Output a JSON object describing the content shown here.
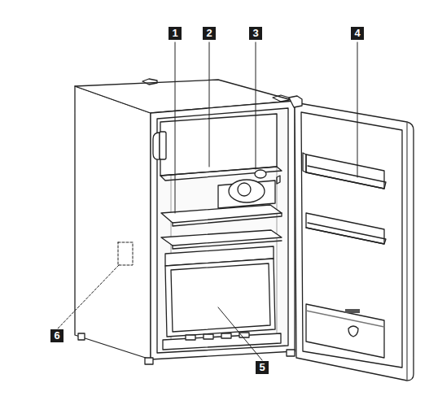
{
  "diagram": {
    "labels": [
      "1",
      "2",
      "3",
      "4",
      "6",
      "5"
    ]
  }
}
